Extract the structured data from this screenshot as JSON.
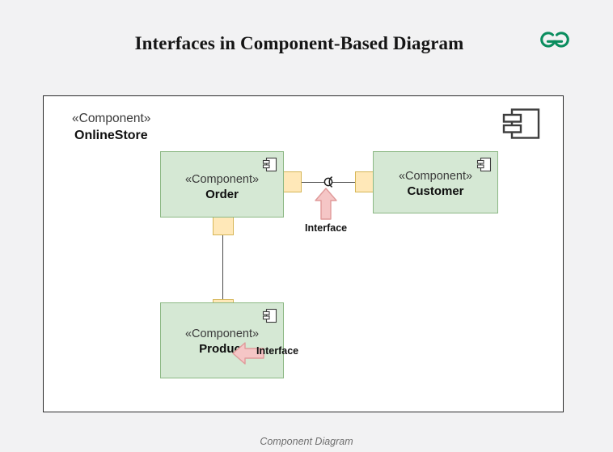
{
  "header": {
    "title": "Interfaces in Component-Based Diagram",
    "logo_name": "geeksforgeeks-logo",
    "logo_color": "#0a8d5e"
  },
  "diagram": {
    "frame": {
      "stereotype": "«Component»",
      "name": "OnlineStore",
      "icon_name": "component-icon"
    },
    "colors": {
      "component_fill": "#d5e8d4",
      "component_border": "#8cb884",
      "port_fill": "#ffe8b8",
      "port_border": "#d6b656",
      "connector": "#4a4a4a",
      "arrow_fill": "#f5c6c6",
      "arrow_border": "#e09a9a",
      "frame_border": "#2b2b2b",
      "page_background": "#f2f2f3"
    },
    "components": [
      {
        "id": "order",
        "stereotype": "«Component»",
        "name": "Order"
      },
      {
        "id": "customer",
        "stereotype": "«Component»",
        "name": "Customer"
      },
      {
        "id": "product",
        "stereotype": "«Component»",
        "name": "Product"
      }
    ],
    "connections": [
      {
        "id": "order-customer",
        "from": "order",
        "to": "customer",
        "orientation": "horizontal",
        "symbol": "ball-and-socket",
        "annotation_label": "Interface"
      },
      {
        "id": "order-product",
        "from": "order",
        "to": "product",
        "orientation": "vertical",
        "symbol": "ball-and-socket",
        "annotation_label": "Interface"
      }
    ]
  },
  "caption": "Component Diagram"
}
